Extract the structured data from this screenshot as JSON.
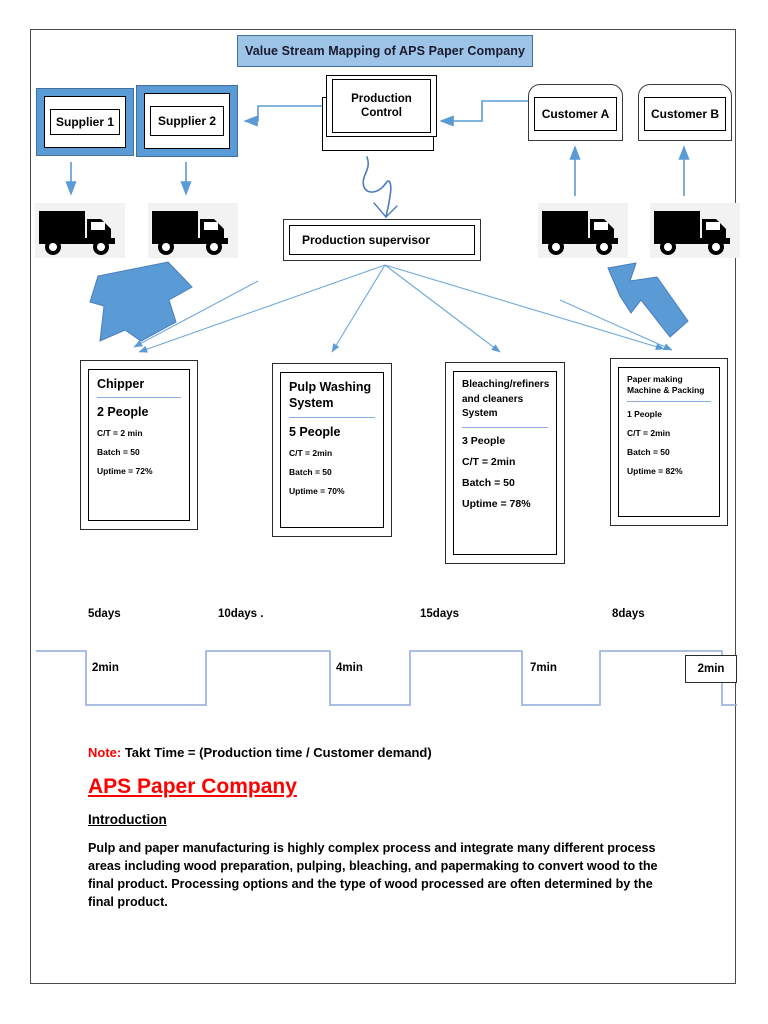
{
  "document": {
    "title": "Value Stream Mapping of APS Paper Company"
  },
  "colors": {
    "title_fill": "#9DC3E6",
    "supplier_fill": "#5B9BD5",
    "arrow_blue": "#5B9BD5",
    "thin_arrow_blue": "#6FA8DC",
    "note_red": "#FF0000",
    "timeline_line": "#8FAADC",
    "truck_bg": "#F2F2F2"
  },
  "suppliers": [
    {
      "label": "Supplier 1"
    },
    {
      "label": "Supplier 2"
    }
  ],
  "production_control": {
    "line1": "Production",
    "line2": "Control"
  },
  "customers": [
    {
      "label": "Customer A"
    },
    {
      "label": "Customer B"
    }
  ],
  "production_supervisor": {
    "label": "Production supervisor"
  },
  "trucks": [
    {
      "name": "truck-supplier-1"
    },
    {
      "name": "truck-supplier-2"
    },
    {
      "name": "truck-customer-a"
    },
    {
      "name": "truck-customer-b"
    }
  ],
  "processes": [
    {
      "id": "chipper",
      "title": "Chipper",
      "people": "2 People",
      "metrics": [
        "C/T = 2 min",
        "Batch = 50",
        "Uptime = 72%"
      ]
    },
    {
      "id": "pulp",
      "title": "Pulp Washing System",
      "people": "5 People",
      "metrics": [
        "C/T = 2min",
        "Batch = 50",
        "Uptime = 70%"
      ]
    },
    {
      "id": "bleach",
      "title": "Bleaching/refiners and cleaners System",
      "people": "3 People",
      "metrics": [
        "C/T = 2min",
        "Batch = 50",
        "Uptime = 78%"
      ]
    },
    {
      "id": "paper",
      "title": "Paper making Machine & Packing",
      "people": "1 People",
      "metrics": [
        "C/T = 2min",
        "Batch = 50",
        "Uptime = 82%"
      ]
    }
  ],
  "timeline": {
    "lead_times": [
      "5days",
      "10days .",
      "15days",
      "8days"
    ],
    "process_times": [
      "2min",
      "4min",
      "7min"
    ],
    "final_process_time": "2min"
  },
  "notes": {
    "note_label": "Note:",
    "note_body": " Takt Time = (Production time / Customer demand)",
    "company_heading": "APS Paper Company",
    "intro_heading": "Introduction",
    "intro_paragraph": "Pulp and paper manufacturing is highly complex process and integrate many different process areas including wood preparation, pulping, bleaching, and papermaking to convert wood to the final product. Processing options and the type of wood processed are often determined by the final product."
  }
}
